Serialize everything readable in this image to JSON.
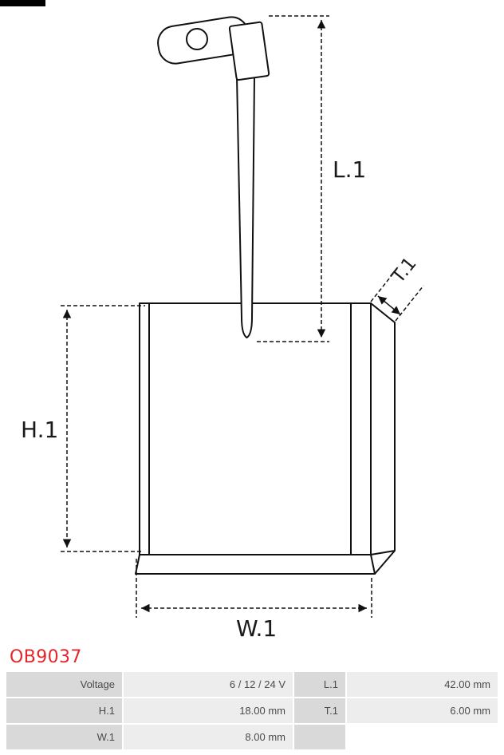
{
  "part": {
    "number": "OB9037"
  },
  "colors": {
    "accent_red": "#e4252c",
    "table_label_bg": "#d9d9d9",
    "table_value_bg": "#ededed",
    "drawing_ink": "#111111"
  },
  "diagram": {
    "dimension_labels": {
      "l1": "L.1",
      "h1": "H.1",
      "w1": "W.1",
      "t1": "T.1"
    }
  },
  "spec_table": {
    "rows": [
      {
        "c0": "Voltage",
        "c1": "6 / 12 / 24 V",
        "c2": "L.1",
        "c3": "42.00 mm"
      },
      {
        "c0": "H.1",
        "c1": "18.00 mm",
        "c2": "T.1",
        "c3": "6.00 mm"
      },
      {
        "c0": "W.1",
        "c1": "8.00 mm",
        "c2": "",
        "c3": ""
      }
    ]
  }
}
